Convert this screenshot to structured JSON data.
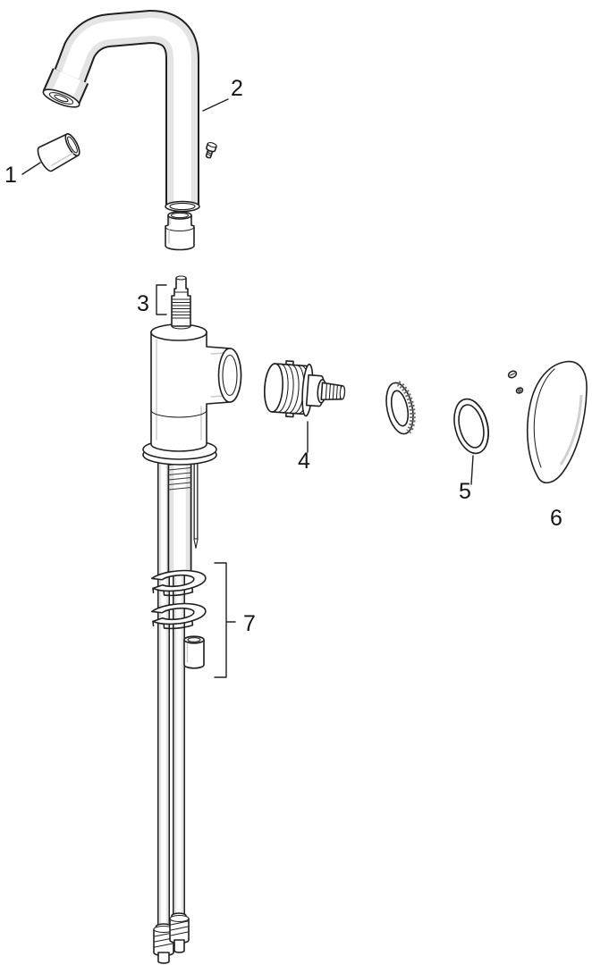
{
  "diagram": {
    "labels": [
      {
        "text": "1"
      },
      {
        "text": "2"
      },
      {
        "text": "3"
      },
      {
        "text": "4"
      },
      {
        "text": "5"
      },
      {
        "text": "6"
      },
      {
        "text": "7"
      }
    ],
    "colors": {
      "background": "#ffffff",
      "line": "#202020",
      "shade": "#e4e4e4",
      "shade_line": "#c9c9c9",
      "label": "#141414"
    }
  }
}
